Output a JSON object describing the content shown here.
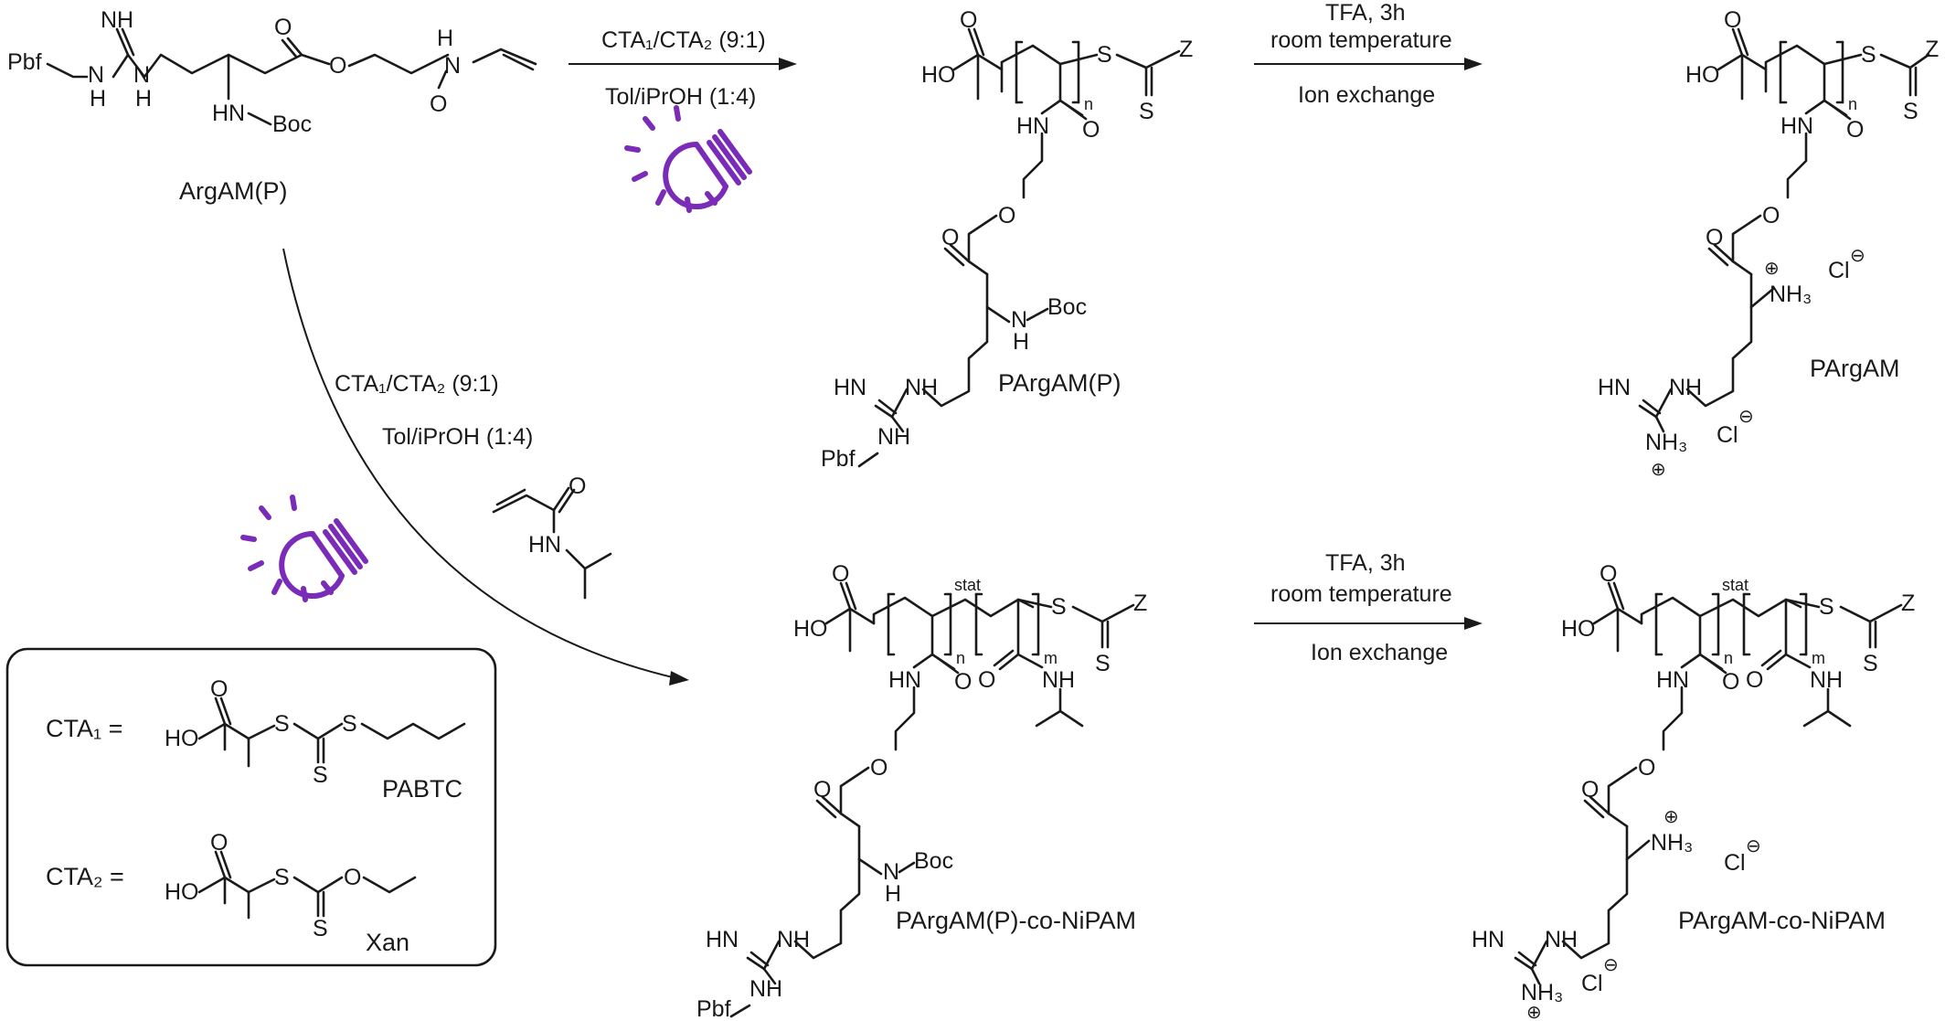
{
  "reaction_arrows": [
    {
      "id": "top-left",
      "above": "CTA₁/CTA₂ (9:1)",
      "below": "Tol/iPrOH (1:4)"
    },
    {
      "id": "top-right",
      "above1": "TFA, 3h",
      "above2": "room temperature",
      "below": "Ion exchange"
    },
    {
      "id": "curved",
      "line1": "CTA₁/CTA₂ (9:1)",
      "line2": "Tol/iPrOH (1:4)"
    },
    {
      "id": "bottom-right",
      "above1": "TFA, 3h",
      "above2": "room temperature",
      "below": "Ion exchange"
    }
  ],
  "compounds": {
    "monomer": "ArgAM(P)",
    "polymer_protected": "PArgAM(P)",
    "polymer_deprotected": "PArgAM",
    "copolymer_protected": "PArgAM(P)-co-NiPAM",
    "copolymer_deprotected": "PArgAM-co-NiPAM"
  },
  "cta_box": {
    "cta1_label": "CTA₁ =",
    "cta1_name": "PABTC",
    "cta2_label": "CTA₂ =",
    "cta2_name": "Xan"
  },
  "atoms": {
    "pbf": "Pbf",
    "nh": "NH",
    "n": "N",
    "h": "H",
    "o": "O",
    "s": "S",
    "z": "Z",
    "ho": "HO",
    "hn": "HN",
    "boc": "Boc",
    "nh3": "NH₃",
    "cl": "Cl",
    "plus": "⊕",
    "minus": "⊖",
    "sub_n": "n",
    "sub_m": "m",
    "stat": "stat"
  },
  "colors": {
    "light": "#7a2cb8",
    "ink": "#1a1a1a"
  },
  "icons": [
    "light-bulb-icon"
  ]
}
